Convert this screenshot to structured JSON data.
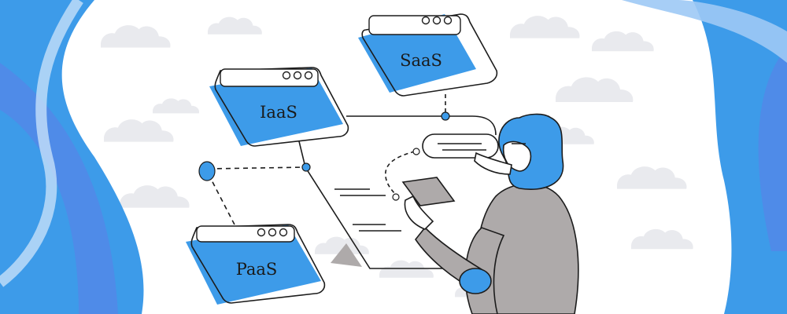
{
  "diagram": {
    "windows": [
      {
        "id": "saas",
        "label": "SaaS"
      },
      {
        "id": "iaas",
        "label": "IaaS"
      },
      {
        "id": "paas",
        "label": "PaaS"
      }
    ]
  },
  "colors": {
    "primary_blue": "#3d9be9",
    "deep_blue": "#4f8be8",
    "light_blue": "#9dc9f5",
    "cloud_gray": "#e9eaee",
    "body_gray": "#aeaaaa",
    "outline": "#1c1c1c"
  },
  "icons": [
    "cloud-icon",
    "window-dots-icon",
    "chat-bubble-icon",
    "tablet-icon",
    "person-illustration"
  ]
}
